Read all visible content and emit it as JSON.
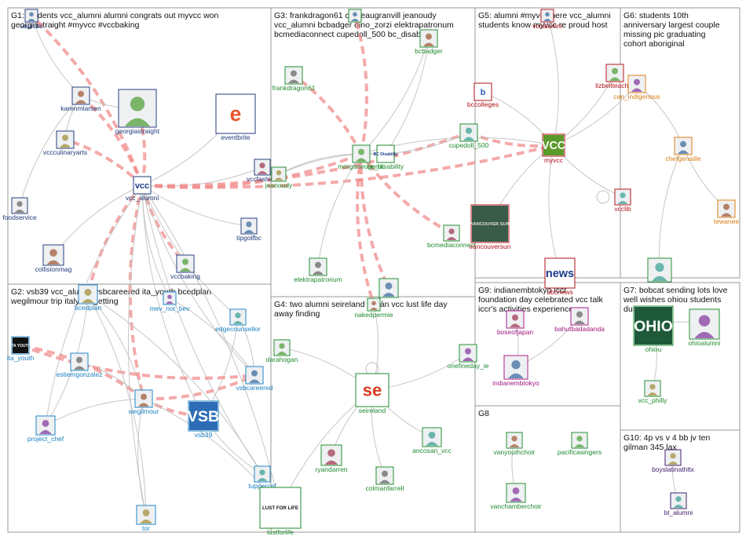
{
  "colors": {
    "edge": "#c0c0c0",
    "edge_highlight": "#f08c8c",
    "group_border": "#999999",
    "g1": "#1f3a7a",
    "g2": "#1a7fc1",
    "g3": "#1e8a2e",
    "g4": "#1e8a2e",
    "g5": "#b0101a",
    "g6": "#d77b10",
    "g7": "#1e8a2e",
    "g8": "#1e8a2e",
    "g9": "#a01880",
    "g10": "#3a1a6a"
  },
  "groups": [
    {
      "id": "G1",
      "title_lines": [
        "G1: students vcc_alumni alumni congrats out myvcc won",
        "georgiastraight #myvcc #vccbaking"
      ]
    },
    {
      "id": "G2",
      "title_lines": [
        "G2: vsb39 vcc_alumni vsbcareered ita_youth bcedplan",
        "wegilmour trip italy tor getting"
      ]
    },
    {
      "id": "G3",
      "title_lines": [
        "G3: frankdragon61 chateaugranvill jeanoudy",
        "vcc_alumni bcbadger dino_zorzi elektrapatronum",
        "bcmediaconnect cupedoll_500 bc_disability"
      ]
    },
    {
      "id": "G4",
      "title_lines": [
        "G4: two alumni seireland cosán vcc lust life day",
        "away finding"
      ]
    },
    {
      "id": "G5",
      "title_lines": [
        "G5: alumni #myvcc here vcc_alumni",
        "students know myvcc re proud host"
      ]
    },
    {
      "id": "G6",
      "title_lines": [
        "G6: students 10th",
        "anniversary largest couple",
        "missing pic graduating",
        "cohort aboriginal"
      ]
    },
    {
      "id": "G7",
      "title_lines": [
        "G7: bobcat sending lots love",
        "well wishes ohiou students",
        "during finals"
      ]
    },
    {
      "id": "G8",
      "title_lines": [
        "G8"
      ]
    },
    {
      "id": "G9",
      "title_lines": [
        "G9: indianembtokyo iccr",
        "foundation day celebrated vcc talk",
        "iccr's activities experience"
      ]
    },
    {
      "id": "G10",
      "title_lines": [
        "G10: 4p vs v 4 bb jv ten",
        "gilman 345 lax"
      ]
    }
  ],
  "nodes": [
    {
      "id": "uapicbc",
      "label": "uapicbc",
      "group": "g1"
    },
    {
      "id": "karenmlarsen",
      "label": "karenmlarsen",
      "group": "g1"
    },
    {
      "id": "georgiastraight",
      "label": "georgiastraight",
      "group": "g1"
    },
    {
      "id": "eventbrite",
      "label": "eventbrite",
      "group": "g1",
      "logo": "e"
    },
    {
      "id": "vccculinaryarts",
      "label": "vccculinaryarts",
      "group": "g1"
    },
    {
      "id": "vcc_alumni",
      "label": "vcc_alumni",
      "group": "g1",
      "logo": "vcc"
    },
    {
      "id": "vccfashion",
      "label": "vccfashion",
      "group": "g1"
    },
    {
      "id": "foodservice",
      "label": "foodservice",
      "group": "g1"
    },
    {
      "id": "tipgolfbc",
      "label": "tipgolfbc",
      "group": "g1"
    },
    {
      "id": "collisionmag",
      "label": "collisionmag",
      "group": "g1"
    },
    {
      "id": "vccbaking",
      "label": "vccbaking",
      "group": "g1"
    },
    {
      "id": "mev_not_bev",
      "label": "mev_not_bev",
      "group": "g2"
    },
    {
      "id": "bcedplan",
      "label": "bcedplan",
      "group": "g2"
    },
    {
      "id": "edgecounsellor",
      "label": "edgecounsellor",
      "group": "g2"
    },
    {
      "id": "ita_youth",
      "label": "ita_youth",
      "group": "g2",
      "logo": "ITA YOUTH"
    },
    {
      "id": "estiemgonzalez",
      "label": "estiemgonzalez",
      "group": "g2"
    },
    {
      "id": "vsbcareered",
      "label": "vsbcareered",
      "group": "g2"
    },
    {
      "id": "wegilmour",
      "label": "wegilmour",
      "group": "g2"
    },
    {
      "id": "vsb39",
      "label": "vsb39",
      "group": "g2",
      "logo": "VSB"
    },
    {
      "id": "project_chef",
      "label": "project_chef",
      "group": "g2"
    },
    {
      "id": "tor",
      "label": "tor",
      "group": "g2"
    },
    {
      "id": "tuppercaf",
      "label": "tuppercaf",
      "group": "g2"
    },
    {
      "id": "lustforlife",
      "label": "lustforlife",
      "group": "g4",
      "logo": "LUST FOR LIFE"
    },
    {
      "id": "frankdragon61",
      "label": "frankdragon61",
      "group": "g3"
    },
    {
      "id": "chateaugranvill",
      "label": "",
      "group": "g3"
    },
    {
      "id": "bcbadger",
      "label": "bcbadger",
      "group": "g3"
    },
    {
      "id": "morganeogerbc",
      "label": "morganeogerbc",
      "group": "g3"
    },
    {
      "id": "bc_disability",
      "label": "bc_disability",
      "group": "g3",
      "logo": "BC Disability"
    },
    {
      "id": "jeanoudy",
      "label": "jeanoudy",
      "group": "g3"
    },
    {
      "id": "cupedoll_500",
      "label": "cupedoll_500",
      "group": "g3"
    },
    {
      "id": "bcmediaconnect",
      "label": "bcmediaconnect",
      "group": "g3"
    },
    {
      "id": "elektrapatronum",
      "label": "elektrapatronum",
      "group": "g3"
    },
    {
      "id": "dino_zorzi",
      "label": "",
      "group": "g3"
    },
    {
      "id": "nakedpermie",
      "label": "nakedpermie",
      "group": "g4"
    },
    {
      "id": "darahogan",
      "label": "darahogan",
      "group": "g4"
    },
    {
      "id": "onefineday_ie",
      "label": "onefineday_ie",
      "group": "g4"
    },
    {
      "id": "seireland",
      "label": "seireland",
      "group": "g4",
      "logo": "se"
    },
    {
      "id": "ancosan_vcc",
      "label": "ancosan_vcc",
      "group": "g4"
    },
    {
      "id": "ryandarren",
      "label": "ryandarren",
      "group": "g4"
    },
    {
      "id": "colmanfarrell",
      "label": "colmanfarrell",
      "group": "g4"
    },
    {
      "id": "vccalumni",
      "label": "vccalumni",
      "group": "g5"
    },
    {
      "id": "bccolleges",
      "label": "bccolleges",
      "group": "g5",
      "logo": "b"
    },
    {
      "id": "lizbellteacher",
      "label": "lizbellteacher",
      "group": "g5"
    },
    {
      "id": "can_indigenous",
      "label": "can_indigenous",
      "group": "g6"
    },
    {
      "id": "myvcc",
      "label": "myvcc",
      "group": "g5",
      "logo": "VCC"
    },
    {
      "id": "vcclib",
      "label": "vcclib",
      "group": "g5"
    },
    {
      "id": "vancouversun",
      "label": "vancouversun",
      "group": "g5",
      "logo": "VANCOUVER SUN"
    },
    {
      "id": "ubcnews",
      "label": "ubcnews",
      "group": "g5",
      "logo": "news"
    },
    {
      "id": "chefgenaille",
      "label": "chefgenaille",
      "group": "g6"
    },
    {
      "id": "tewanee",
      "label": "tewanee",
      "group": "g6"
    },
    {
      "id": "ohiou",
      "label": "ohiou",
      "group": "g7",
      "logo": "OHIO"
    },
    {
      "id": "ohioalumni",
      "label": "ohioalumni",
      "group": "g7"
    },
    {
      "id": "vcc_philly",
      "label": "vcc_philly",
      "group": "g7"
    },
    {
      "id": "bobcat_hands",
      "label": "",
      "group": "g7"
    },
    {
      "id": "boseofjapan",
      "label": "boseofjapan",
      "group": "g9"
    },
    {
      "id": "bahutbadadanda",
      "label": "bahutbadadanda",
      "group": "g9"
    },
    {
      "id": "indianembtokyo",
      "label": "indianembtokyo",
      "group": "g9"
    },
    {
      "id": "vanyouthchoir",
      "label": "vanyouthchoir",
      "group": "g8"
    },
    {
      "id": "pacificasingers",
      "label": "pacificasingers",
      "group": "g8"
    },
    {
      "id": "vanchamberchoir",
      "label": "vanchamberchoir",
      "group": "g8"
    },
    {
      "id": "boyslatinathltx",
      "label": "boyslatinathltx",
      "group": "g10"
    },
    {
      "id": "bl_alumni",
      "label": "bl_alumni",
      "group": "g10"
    }
  ],
  "edges": [
    [
      "vcc_alumni",
      "karenmlarsen",
      1
    ],
    [
      "vcc_alumni",
      "georgiastraight",
      1
    ],
    [
      "vcc_alumni",
      "uapicbc",
      1
    ],
    [
      "vcc_alumni",
      "vccculinaryarts",
      1
    ],
    [
      "vcc_alumni",
      "eventbrite",
      0
    ],
    [
      "vcc_alumni",
      "vccfashion",
      0
    ],
    [
      "vcc_alumni",
      "tipgolfbc",
      0
    ],
    [
      "vcc_alumni",
      "collisionmag",
      0
    ],
    [
      "vcc_alumni",
      "vccbaking",
      1
    ],
    [
      "vcc_alumni",
      "bcedplan",
      1
    ],
    [
      "vcc_alumni",
      "wegilmour",
      1
    ],
    [
      "vcc_alumni",
      "vsb39",
      0
    ],
    [
      "vcc_alumni",
      "edgecounsellor",
      0
    ],
    [
      "vcc_alumni",
      "tuppercaf",
      0
    ],
    [
      "vcc_alumni",
      "tor",
      0
    ],
    [
      "vcc_alumni",
      "mev_not_bev",
      0
    ],
    [
      "vcc_alumni",
      "cupedoll_500",
      1
    ],
    [
      "vcc_alumni",
      "myvcc",
      1
    ],
    [
      "vcc_alumni",
      "morganeogerbc",
      1
    ],
    [
      "vcc_alumni",
      "vsbcareered",
      0
    ],
    [
      "vcc_alumni",
      "project_chef",
      0
    ],
    [
      "karenmlarsen",
      "georgiastraight",
      0
    ],
    [
      "karenmlarsen",
      "vccculinaryarts",
      0
    ],
    [
      "karenmlarsen",
      "foodservice",
      0
    ],
    [
      "uapicbc",
      "karenmlarsen",
      0
    ],
    [
      "wegilmour",
      "ita_youth",
      1
    ],
    [
      "wegilmour",
      "vsb39",
      1
    ],
    [
      "wegilmour",
      "vsbcareered",
      1
    ],
    [
      "wegilmour",
      "estiemgonzalez",
      0
    ],
    [
      "wegilmour",
      "bcedplan",
      0
    ],
    [
      "wegilmour",
      "tor",
      0
    ],
    [
      "wegilmour",
      "project_chef",
      0
    ],
    [
      "vsbcareered",
      "edgecounsellor",
      0
    ],
    [
      "vsbcareered",
      "mev_not_bev",
      0
    ],
    [
      "vsb39",
      "tuppercaf",
      0
    ],
    [
      "vsb39",
      "edgecounsellor",
      0
    ],
    [
      "ita_youth",
      "vsbcareered",
      1
    ],
    [
      "tuppercaf",
      "bcedplan",
      0
    ],
    [
      "project_chef",
      "bcedplan",
      0
    ],
    [
      "tor",
      "bcedplan",
      0
    ],
    [
      "morganeogerbc",
      "frankdragon61",
      1
    ],
    [
      "morganeogerbc",
      "chateaugranvill",
      1
    ],
    [
      "morganeogerbc",
      "bcbadger",
      0
    ],
    [
      "morganeogerbc",
      "nakedpermie",
      1
    ],
    [
      "morganeogerbc",
      "bcmediaconnect",
      1
    ],
    [
      "morganeogerbc",
      "elektrapatronum",
      0
    ],
    [
      "morganeogerbc",
      "dino_zorzi",
      1
    ],
    [
      "morganeogerbc",
      "cupedoll_500",
      0
    ],
    [
      "morganeogerbc",
      "jeanoudy",
      0
    ],
    [
      "bc_disability",
      "bcbadger",
      0
    ],
    [
      "bc_disability",
      "jeanoudy",
      0
    ],
    [
      "cupedoll_500",
      "myvcc",
      1
    ],
    [
      "myvcc",
      "vccalumni",
      0
    ],
    [
      "myvcc",
      "bccolleges",
      0
    ],
    [
      "myvcc",
      "lizbellteacher",
      0
    ],
    [
      "myvcc",
      "vcclib",
      0
    ],
    [
      "myvcc",
      "vancouversun",
      0
    ],
    [
      "myvcc",
      "ubcnews",
      0
    ],
    [
      "myvcc",
      "can_indigenous",
      0
    ],
    [
      "myvcc",
      "morganeogerbc",
      0
    ],
    [
      "chefgenaille",
      "can_indigenous",
      0
    ],
    [
      "chefgenaille",
      "tewanee",
      0
    ],
    [
      "chefgenaille",
      "bobcat_hands",
      0
    ],
    [
      "seireland",
      "darahogan",
      0
    ],
    [
      "seireland",
      "nakedpermie",
      0
    ],
    [
      "seireland",
      "onefineday_ie",
      0
    ],
    [
      "seireland",
      "ancosan_vcc",
      0
    ],
    [
      "seireland",
      "ryandarren",
      0
    ],
    [
      "seireland",
      "lustforlife",
      0
    ],
    [
      "seireland",
      "colmanfarrell",
      0
    ],
    [
      "lustforlife",
      "wegilmour",
      0
    ],
    [
      "lustforlife",
      "vcc_alumni",
      0
    ],
    [
      "indianembtokyo",
      "boseofjapan",
      0
    ],
    [
      "indianembtokyo",
      "bahutbadadanda",
      0
    ],
    [
      "ohioalumni",
      "ohiou",
      0
    ],
    [
      "vcc_philly",
      "ohiou",
      0
    ],
    [
      "vanyouthchoir",
      "vanchamberchoir",
      0
    ],
    [
      "boyslatinathltx",
      "bl_alumni",
      0
    ]
  ]
}
